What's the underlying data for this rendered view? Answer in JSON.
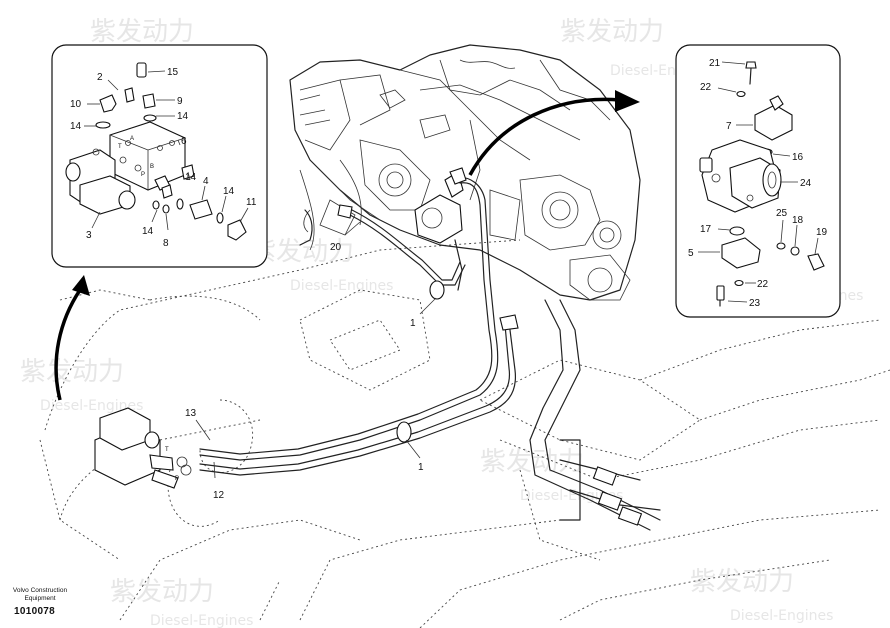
{
  "footer": {
    "maker_line1": "Volvo Construction",
    "maker_line2": "Equipment",
    "code": "1010078"
  },
  "watermark": {
    "brand_cn": "紫发动力",
    "brand_en": "Diesel-Engines"
  },
  "callouts_main": [
    "20",
    "1",
    "1",
    "13",
    "12"
  ],
  "callouts_left_inset": [
    "2",
    "15",
    "10",
    "9",
    "14",
    "14",
    "6",
    "14",
    "4",
    "14",
    "11",
    "3",
    "14",
    "8"
  ],
  "callouts_right_inset": [
    "21",
    "22",
    "7",
    "16",
    "24",
    "17",
    "25",
    "18",
    "19",
    "5",
    "22",
    "23"
  ],
  "port_letters": {
    "left_T": "T",
    "left_A": "A",
    "left_P": "P",
    "left_B": "B",
    "main_T": "T",
    "main_P": "P"
  }
}
